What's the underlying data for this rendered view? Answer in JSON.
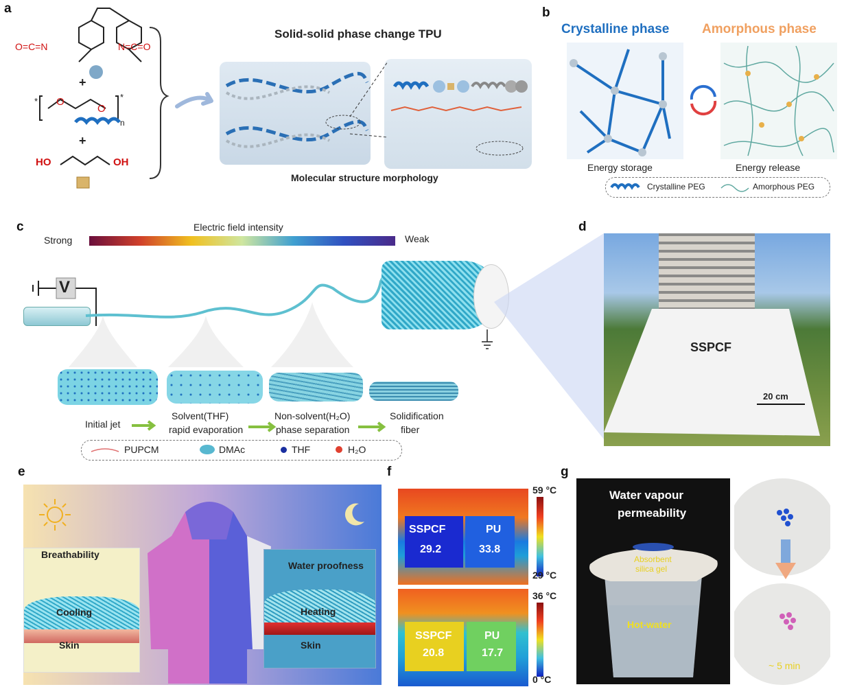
{
  "panels": {
    "a": "a",
    "b": "b",
    "c": "c",
    "d": "d",
    "e": "e",
    "f": "f",
    "g": "g"
  },
  "panel_a": {
    "title": "Solid-solid phase change TPU",
    "caption": "Molecular structure morphology",
    "isocyanate_left": "O=C=N",
    "isocyanate_right": "N=C=O",
    "plus1": "+",
    "plus2": "+",
    "peg_o1": "O",
    "peg_o2": "O",
    "peg_n": "n",
    "peg_star1": "*",
    "peg_star2": "*",
    "bdo_ho": "HO",
    "bdo_oh": "OH"
  },
  "panel_b": {
    "crystalline_title": "Crystalline phase",
    "amorphous_title": "Amorphous phase",
    "energy_storage": "Energy storage",
    "energy_release": "Energy release",
    "legend_crystalline": "Crystalline PEG",
    "legend_amorphous": "Amorphous PEG",
    "colors": {
      "crystalline": "#1f6fc0",
      "amorphous": "#f0a060"
    }
  },
  "panel_c": {
    "field_label": "Electric field intensity",
    "strong": "Strong",
    "weak": "Weak",
    "voltage": "V",
    "steps": [
      "Initial jet",
      "Solvent(THF)",
      "rapid evaporation",
      "Non-solvent(H₂O)",
      "phase separation",
      "Solidification",
      "fiber"
    ],
    "legend": [
      "PUPCM",
      "DMAc",
      "THF",
      "H₂O"
    ]
  },
  "panel_d": {
    "label": "SSPCF",
    "scale": "20 cm"
  },
  "panel_e": {
    "breathability": "Breathability",
    "cooling": "Cooling",
    "skin_left": "Skin",
    "water_proofness": "Water proofness",
    "heating": "Heating",
    "skin_right": "Skin"
  },
  "panel_f": {
    "top": {
      "max": "59 °C",
      "min": "29 °C",
      "left_name": "SSPCF",
      "left_val": "29.2",
      "right_name": "PU",
      "right_val": "33.8"
    },
    "bottom": {
      "max": "36 °C",
      "min": "0 °C",
      "left_name": "SSPCF",
      "left_val": "20.8",
      "right_name": "PU",
      "right_val": "17.7"
    }
  },
  "panel_g": {
    "title_line1": "Water vapour",
    "title_line2": "permeability",
    "hot_water": "Hot-water",
    "gel_line1": "Absorbent",
    "gel_line2": "silica gel",
    "time": "~ 5 min"
  }
}
